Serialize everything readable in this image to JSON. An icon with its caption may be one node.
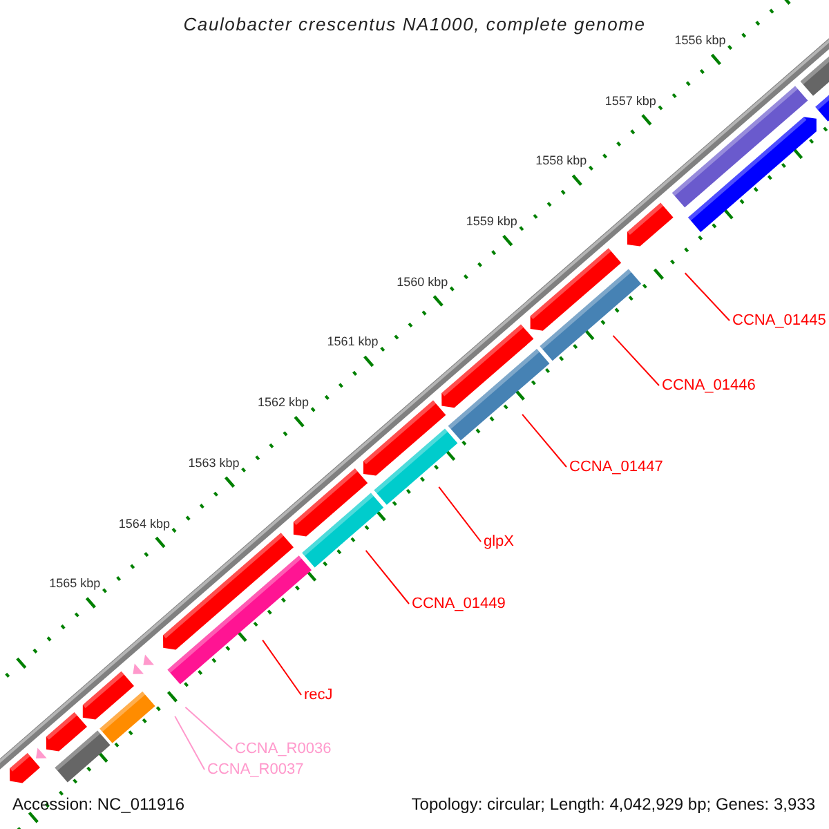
{
  "diagram": {
    "title": "Caulobacter crescentus NA1000, complete genome",
    "nodes": [
      {
        "text": [
          "CCNA_01445"
        ]
      },
      {
        "text": [
          "CCNA_01446"
        ]
      },
      {
        "text": [
          "CCNA_01447"
        ]
      },
      {
        "text": [
          "glpX"
        ]
      },
      {
        "text": [
          "CCNA_01449"
        ]
      },
      {
        "text": [
          "recJ"
        ]
      },
      {
        "text": [
          "CCNA_R0036"
        ]
      },
      {
        "text": [
          "CCNA_R0037"
        ]
      }
    ],
    "edges": [
      {
        "from": 0,
        "to": null,
        "arrow": "none"
      },
      {
        "from": 1,
        "to": null,
        "arrow": "none"
      },
      {
        "from": 2,
        "to": null,
        "arrow": "none"
      },
      {
        "from": 3,
        "to": null,
        "arrow": "none"
      },
      {
        "from": 4,
        "to": null,
        "arrow": "none"
      },
      {
        "from": 5,
        "to": null,
        "arrow": "none"
      },
      {
        "from": 6,
        "to": null,
        "arrow": "none",
        "color": "#ff99cc"
      },
      {
        "from": 7,
        "to": null,
        "arrow": "none",
        "color": "#ff99cc"
      }
    ],
    "labels": [
      "1556 kbp",
      "1557 kbp",
      "1558 kbp",
      "1559 kbp",
      "1560 kbp",
      "1561 kbp",
      "1562 kbp",
      "1563 kbp",
      "1564 kbp",
      "1565 kbp",
      "Accession: NC_011916",
      "Topology: circular; Length: 4,042,929 bp; Genes: 3,933"
    ]
  }
}
